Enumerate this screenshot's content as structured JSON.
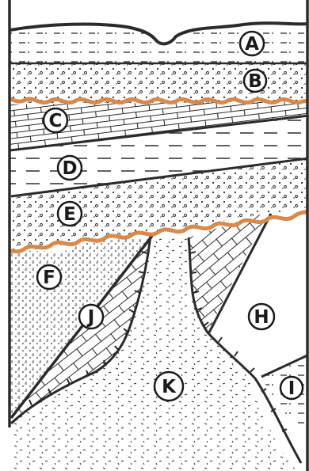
{
  "diagram": {
    "layers": [
      {
        "id": "A",
        "label": "A"
      },
      {
        "id": "B",
        "label": "B"
      },
      {
        "id": "C",
        "label": "C"
      },
      {
        "id": "D",
        "label": "D"
      },
      {
        "id": "E",
        "label": "E"
      },
      {
        "id": "F",
        "label": "F"
      },
      {
        "id": "J",
        "label": "J"
      },
      {
        "id": "K",
        "label": "K"
      },
      {
        "id": "H",
        "label": "H"
      },
      {
        "id": "I",
        "label": "I"
      }
    ],
    "colors": {
      "ink": "#2b2b2b",
      "unconformity": "#d98a4a",
      "background": "#ffffff"
    }
  }
}
